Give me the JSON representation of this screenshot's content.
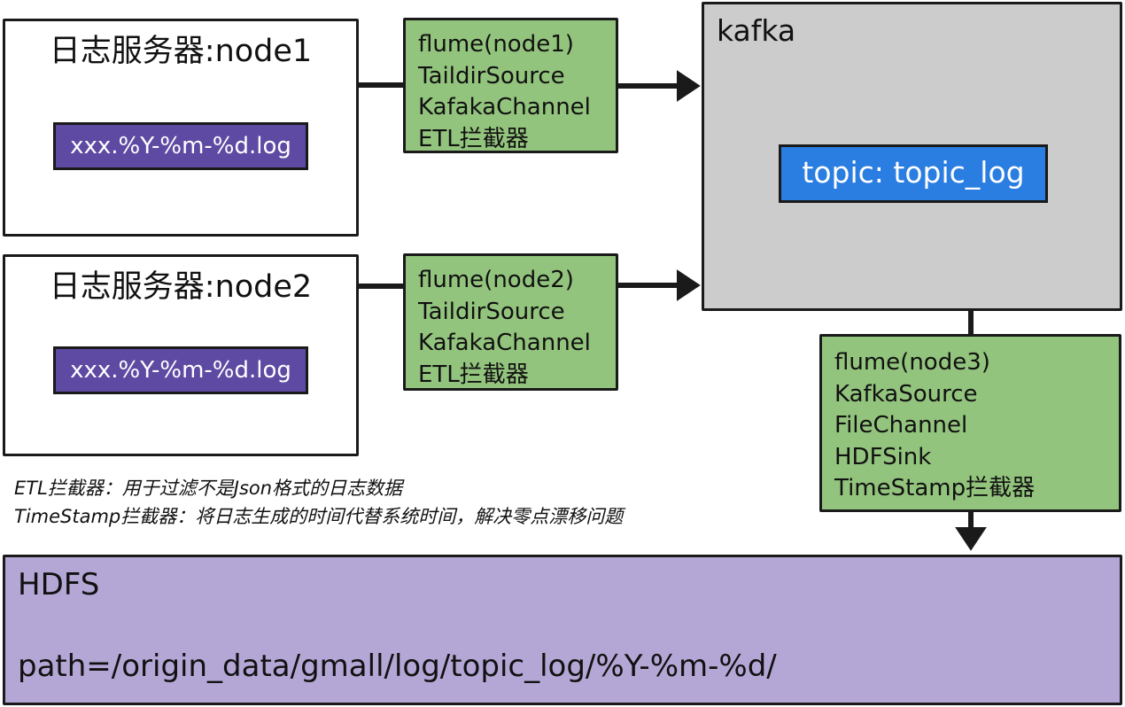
{
  "servers": [
    {
      "title": "日志服务器:node1",
      "file": "xxx.%Y-%m-%d.log"
    },
    {
      "title": "日志服务器:node2",
      "file": "xxx.%Y-%m-%d.log"
    }
  ],
  "flumes": [
    {
      "lines": [
        "flume(node1)",
        "TaildirSource",
        "KafakaChannel",
        "ETL拦截器"
      ]
    },
    {
      "lines": [
        "flume(node2)",
        "TaildirSource",
        "KafakaChannel",
        "ETL拦截器"
      ]
    },
    {
      "lines": [
        "flume(node3)",
        "KafkaSource",
        "FileChannel",
        "HDFSink",
        "TimeStamp拦截器"
      ]
    }
  ],
  "kafka": {
    "title": "kafka",
    "topic": "topic: topic_log"
  },
  "notes": [
    "ETL拦截器：用于过滤不是Json格式的日志数据",
    "TimeStamp拦截器：将日志生成的时间代替系统时间，解决零点漂移问题"
  ],
  "hdfs": {
    "title": "HDFS",
    "path": "path=/origin_data/gmall/log/topic_log/%Y-%m-%d/"
  },
  "colors": {
    "flume_green": "#93c47d",
    "kafka_gray": "#cccccc",
    "topic_blue": "#2a7de1",
    "log_purple": "#5e4aa3",
    "hdfs_lavender": "#b4a7d6",
    "border": "#1a1a1a"
  }
}
